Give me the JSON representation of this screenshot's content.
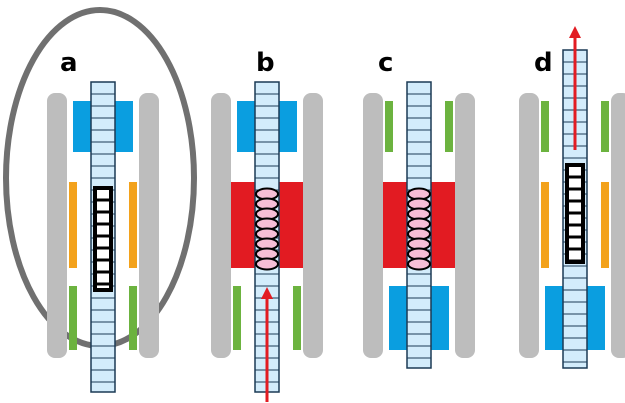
{
  "panels": [
    {
      "label": "a",
      "segments": [
        {
          "role": "top-block",
          "color": "#0a9ee0"
        },
        {
          "role": "middle-block",
          "color": "#f3a21c"
        },
        {
          "role": "bottom-block",
          "color": "#6cb33f"
        }
      ],
      "strip_style": "dark-ladder",
      "has_loop": true,
      "arrow": "none"
    },
    {
      "label": "b",
      "segments": [
        {
          "role": "top-block",
          "color": "#0a9ee0"
        },
        {
          "role": "middle-block",
          "color": "#e21b22"
        },
        {
          "role": "bottom-block",
          "color": "#6cb33f"
        }
      ],
      "strip_style": "pink-chain",
      "has_loop": false,
      "arrow": "up-from-bottom"
    },
    {
      "label": "c",
      "segments": [
        {
          "role": "top-block",
          "color": "#6cb33f"
        },
        {
          "role": "middle-block",
          "color": "#e21b22"
        },
        {
          "role": "bottom-block",
          "color": "#0a9ee0"
        }
      ],
      "strip_style": "pink-chain",
      "has_loop": false,
      "arrow": "none"
    },
    {
      "label": "d",
      "segments": [
        {
          "role": "top-block",
          "color": "#6cb33f"
        },
        {
          "role": "middle-block",
          "color": "#f3a21c"
        },
        {
          "role": "bottom-block",
          "color": "#0a9ee0"
        }
      ],
      "strip_style": "dark-ladder",
      "has_loop": false,
      "arrow": "up-from-top"
    }
  ],
  "colors": {
    "rail": "#bdbdbd",
    "strip_fill": "#d3ecfb",
    "strip_border": "#1b3a55",
    "loop": "#707070",
    "arrow": "#e21b22",
    "chain_bead": "#f6bed6"
  }
}
